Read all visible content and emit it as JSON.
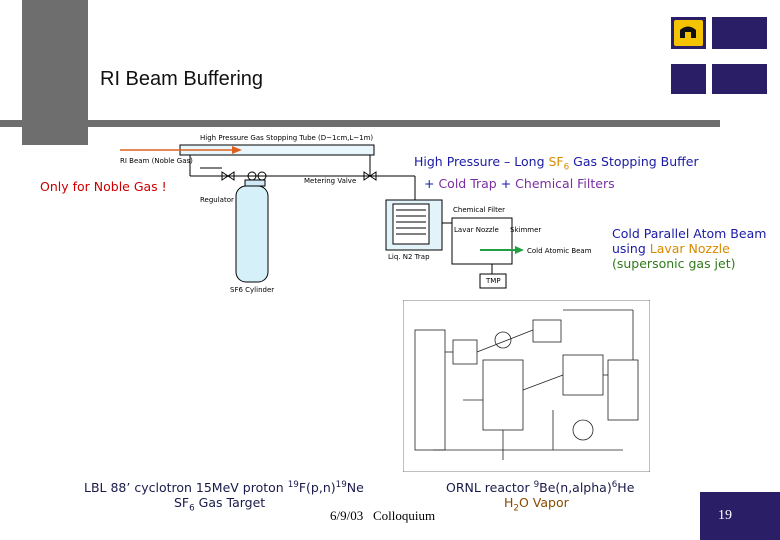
{
  "slide": {
    "title": "RI Beam Buffering",
    "note_noble": "Only for Noble Gas !",
    "footer_date": "6/9/03",
    "footer_event": "Colloquium",
    "page_number": "19"
  },
  "colors": {
    "accent_bar": "#6e6e6e",
    "navy_square": "#2a1f66",
    "page_badge": "#2a1f66",
    "sf6_orange": "#d98a00",
    "trap_purple": "#7a2fa0",
    "text_blue": "#1a1aa6",
    "jet_green": "#2f7a1a"
  },
  "caption_high_pressure": {
    "prefix": "High Pressure – Long ",
    "sf": "SF",
    "sf_sub": "6",
    "sf_suffix": " Gas Stopping Buffer",
    "plus1": "+ ",
    "cold_trap": "Cold Trap",
    "plus2": " + ",
    "chem_filters": "Chemical Filters"
  },
  "caption_cold_beam": {
    "line1": "Cold Parallel Atom Beam",
    "line2_prefix": "using ",
    "line2_nozzle": "Lavar Nozzle",
    "line3": "(supersonic gas jet)"
  },
  "caption_lbl": {
    "line1_prefix": "LBL 88’ cyclotron 15MeV proton ",
    "sup1": "19",
    "mid": "F(p,n)",
    "sup2": "19",
    "suffix": "Ne",
    "line2_prefix": "SF",
    "line2_sub": "6",
    "line2_suffix": " Gas Target"
  },
  "caption_ornl": {
    "line1_prefix": "ORNL reactor ",
    "sup1": "9",
    "mid": "Be(n,alpha)",
    "sup2": "6",
    "suffix": "He",
    "line2_prefix": "H",
    "line2_sub": "2",
    "line2_suffix": "O Vapor"
  },
  "diagram": {
    "tube_label": "High Pressure Gas Stopping Tube (D~1cm,L~1m)",
    "beam_label": "RI Beam (Noble Gas)",
    "regulator": "Regulator",
    "metering_valve": "Metering Valve",
    "cylinder": "SF6 Cylinder",
    "chemical_filter": "Chemical Filter",
    "lavar_nozzle": "Lavar Nozzle",
    "skimmer": "Skimmer",
    "cold_atomic_beam": "Cold Atomic Beam",
    "ln2_trap": "Liq. N2 Trap",
    "tmp": "TMP"
  }
}
